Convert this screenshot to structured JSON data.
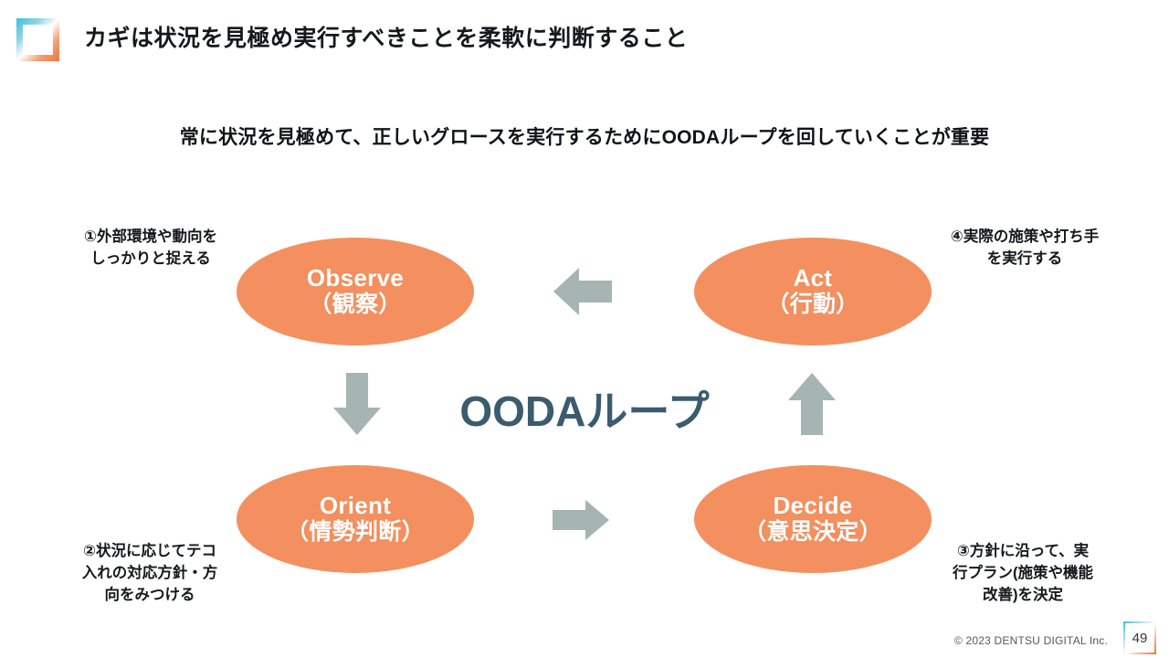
{
  "header": {
    "logo_icon": "gradient-square-logo-icon",
    "title": "カギは状況を見極め実行すべきことを柔軟に判断すること"
  },
  "subtitle": "常に状況を見極めて、正しいグロースを実行するためにOODAループを回していくことが重要",
  "diagram": {
    "center_label": "OODAループ",
    "node_color": "#F4905F",
    "arrow_color": "#A6B4B3",
    "center_label_color": "#3A5C6E",
    "nodes": [
      {
        "id": "observe",
        "en": "Observe",
        "ja": "（観察）"
      },
      {
        "id": "act",
        "en": "Act",
        "ja": "（行動）"
      },
      {
        "id": "orient",
        "en": "Orient",
        "ja": "（情勢判断）"
      },
      {
        "id": "decide",
        "en": "Decide",
        "ja": "（意思決定）"
      }
    ],
    "arrows": [
      {
        "id": "act-to-observe",
        "icon": "arrow-left-icon"
      },
      {
        "id": "observe-to-orient",
        "icon": "arrow-down-icon"
      },
      {
        "id": "orient-to-decide",
        "icon": "arrow-right-icon"
      },
      {
        "id": "decide-to-act",
        "icon": "arrow-up-icon"
      }
    ],
    "annotations": [
      {
        "id": "1",
        "text": "①外部環境や動向を\nしっかりと捉える"
      },
      {
        "id": "2",
        "text": "②状況に応じてテコ\n入れの対応方針・方\n向をみつける"
      },
      {
        "id": "3",
        "text": "③方針に沿って、実\n行プラン(施策や機能\n改善)を決定"
      },
      {
        "id": "4",
        "text": "④実際の施策や打ち手\nを実行する"
      }
    ]
  },
  "footer": {
    "copyright": "© 2023 DENTSU DIGITAL Inc.",
    "page_number": "49"
  }
}
